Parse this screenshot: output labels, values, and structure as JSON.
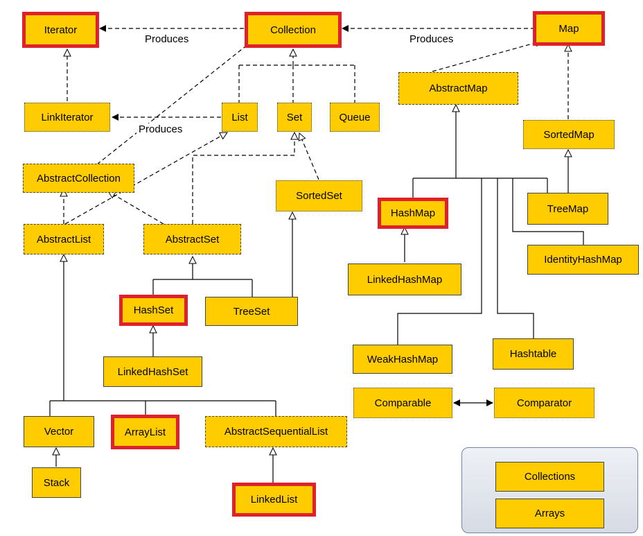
{
  "diagram": {
    "nodes": [
      {
        "id": "iterator",
        "label": "Iterator",
        "style": "hl"
      },
      {
        "id": "collection",
        "label": "Collection",
        "style": "hl"
      },
      {
        "id": "map",
        "label": "Map",
        "style": "hl"
      },
      {
        "id": "linkiterator",
        "label": "LinkIterator",
        "style": "dotted"
      },
      {
        "id": "list",
        "label": "List",
        "style": "dotted"
      },
      {
        "id": "set",
        "label": "Set",
        "style": "dotted"
      },
      {
        "id": "queue",
        "label": "Queue",
        "style": "dotted"
      },
      {
        "id": "abstractmap",
        "label": "AbstractMap",
        "style": "dashed"
      },
      {
        "id": "sortedmap",
        "label": "SortedMap",
        "style": "dotted"
      },
      {
        "id": "abstractcollection",
        "label": "AbstractCollection",
        "style": "dashed"
      },
      {
        "id": "sortedset",
        "label": "SortedSet",
        "style": "dotted"
      },
      {
        "id": "hashmap",
        "label": "HashMap",
        "style": "hl"
      },
      {
        "id": "treemap",
        "label": "TreeMap",
        "style": "solid"
      },
      {
        "id": "abstractlist",
        "label": "AbstractList",
        "style": "dashed"
      },
      {
        "id": "abstractset",
        "label": "AbstractSet",
        "style": "dashed"
      },
      {
        "id": "identityhashmap",
        "label": "IdentityHashMap",
        "style": "solid"
      },
      {
        "id": "linkedhashmap",
        "label": "LinkedHashMap",
        "style": "solid"
      },
      {
        "id": "hashset",
        "label": "HashSet",
        "style": "hl"
      },
      {
        "id": "treeset",
        "label": "TreeSet",
        "style": "solid"
      },
      {
        "id": "weakhashmap",
        "label": "WeakHashMap",
        "style": "solid"
      },
      {
        "id": "hashtable",
        "label": "Hashtable",
        "style": "solid"
      },
      {
        "id": "linkedhashset",
        "label": "LinkedHashSet",
        "style": "solid"
      },
      {
        "id": "comparable",
        "label": "Comparable",
        "style": "dotted"
      },
      {
        "id": "comparator",
        "label": "Comparator",
        "style": "dotted"
      },
      {
        "id": "vector",
        "label": "Vector",
        "style": "solid"
      },
      {
        "id": "arraylist",
        "label": "ArrayList",
        "style": "hl"
      },
      {
        "id": "abstractsequentiallist",
        "label": "AbstractSequentialList",
        "style": "dashed"
      },
      {
        "id": "stack",
        "label": "Stack",
        "style": "solid"
      },
      {
        "id": "linkedlist",
        "label": "LinkedList",
        "style": "hl"
      },
      {
        "id": "collections",
        "label": "Collections",
        "style": "solid"
      },
      {
        "id": "arrays",
        "label": "Arrays",
        "style": "solid"
      }
    ],
    "labels": [
      {
        "id": "produces-1",
        "text": "Produces"
      },
      {
        "id": "produces-2",
        "text": "Produces"
      },
      {
        "id": "produces-3",
        "text": "Produces"
      }
    ]
  }
}
